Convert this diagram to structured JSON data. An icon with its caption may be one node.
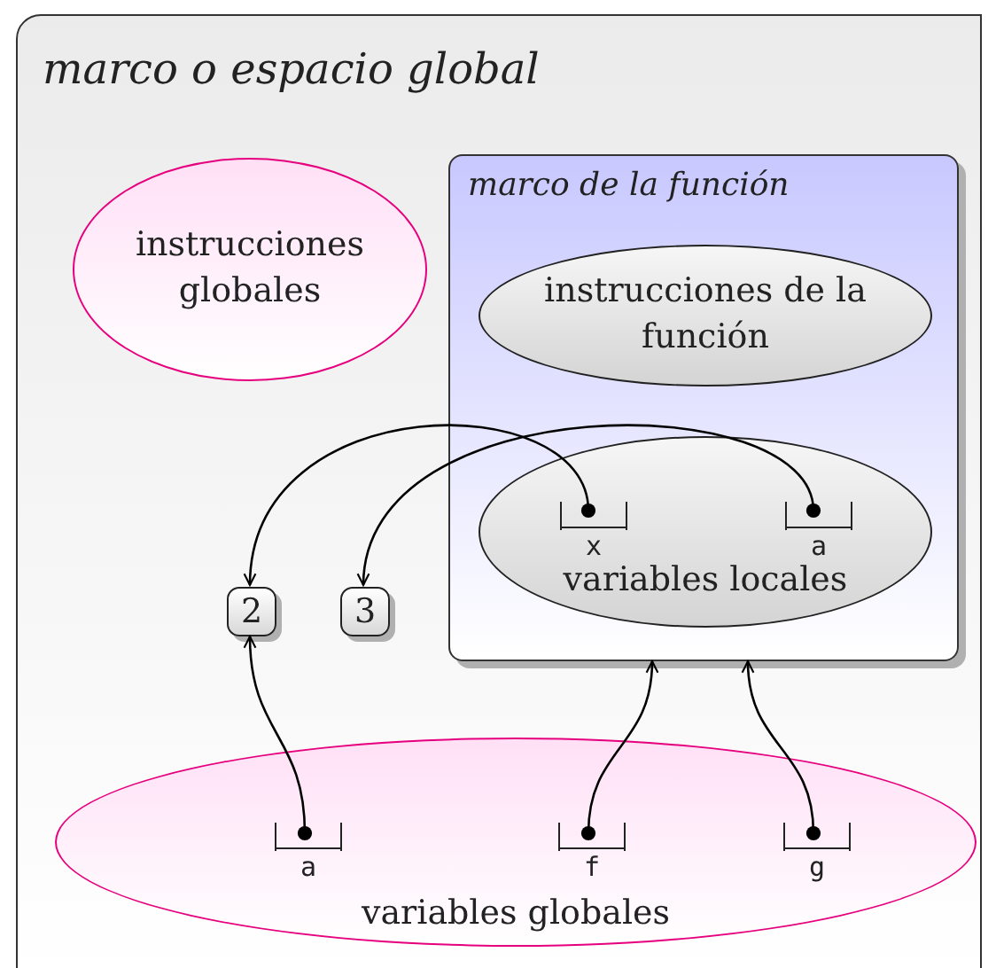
{
  "diagram": {
    "nodes": [
      {
        "text": [
          "marco o espacio global"
        ]
      },
      {
        "text": [
          "instrucciones globales"
        ],
        "in": 0
      },
      {
        "text": [
          "marco de la función"
        ],
        "in": 0
      },
      {
        "text": [
          "instrucciones de la función"
        ],
        "in": 2
      },
      {
        "text": [
          "variables locales"
        ],
        "in": 2
      },
      {
        "text": [
          "x"
        ],
        "in": 4
      },
      {
        "text": [
          "a"
        ],
        "in": 4
      },
      {
        "text": [
          "2"
        ],
        "in": 0
      },
      {
        "text": [
          "3"
        ],
        "in": 0
      },
      {
        "text": [
          "variables globales"
        ],
        "in": 0
      },
      {
        "text": [
          "a"
        ],
        "in": 9
      },
      {
        "text": [
          "f"
        ],
        "in": 9
      },
      {
        "text": [
          "g"
        ],
        "in": 9
      }
    ],
    "edges": [
      {
        "from": 5,
        "to": 7,
        "arrow": "to"
      },
      {
        "from": 6,
        "to": 8,
        "arrow": "to"
      },
      {
        "from": 10,
        "to": 7,
        "arrow": "to"
      },
      {
        "from": 11,
        "to": 2,
        "arrow": "to"
      },
      {
        "from": 12,
        "to": 2,
        "arrow": "to"
      }
    ]
  }
}
